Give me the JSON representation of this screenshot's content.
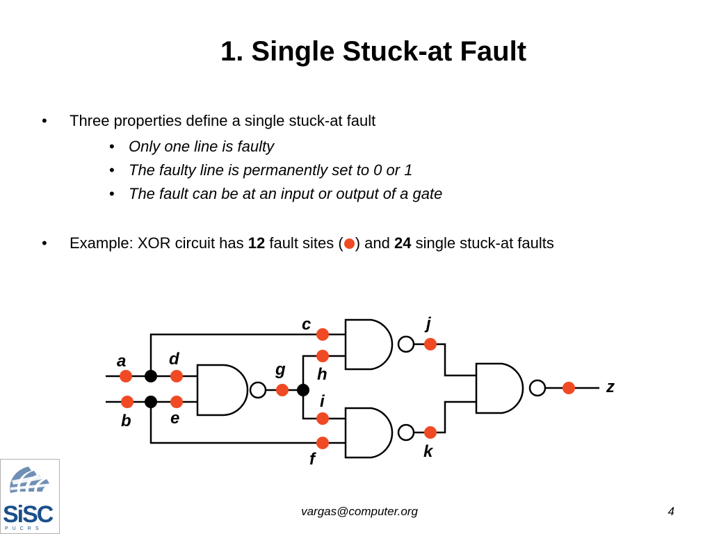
{
  "slide": {
    "title": "1. Single Stuck-at Fault",
    "bullets": [
      {
        "text": "Three properties define a single stuck-at fault",
        "sub": [
          "Only one line is faulty",
          "The faulty line is permanently set to 0 or 1",
          "The fault can be at an input or output of a gate"
        ]
      }
    ],
    "example": {
      "prefix": "Example: XOR circuit has ",
      "sites_count": "12",
      "mid1": " fault sites (",
      "mid2": ") and ",
      "faults_count": "24",
      "suffix": " single stuck-at faults"
    },
    "bullet_glyph": "•"
  },
  "circuit": {
    "gate_type": "NAND",
    "gate_count": 4,
    "fault_site_labels": [
      "a",
      "b",
      "c",
      "d",
      "e",
      "f",
      "g",
      "h",
      "i",
      "j",
      "k",
      "z"
    ],
    "colors": {
      "fault_site": "#f04a24",
      "fanout_point": "#000000",
      "wire": "#000000"
    }
  },
  "logo": {
    "name": "SiSC",
    "subtitle": "PUCRS",
    "icon": "sphere-grid-icon"
  },
  "footer": {
    "email": "vargas@computer.org",
    "page": "4"
  }
}
